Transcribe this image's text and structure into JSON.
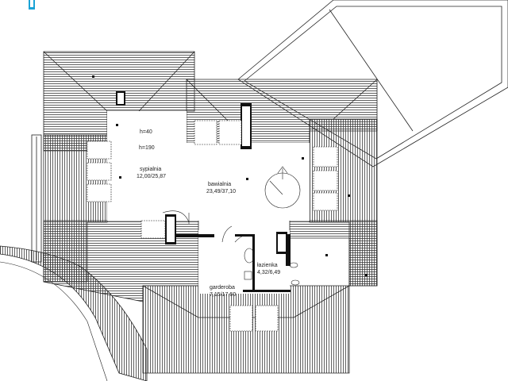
{
  "rooms": {
    "sypialnia": {
      "name": "sypialnia",
      "area": "12,00/25,87"
    },
    "bawialnia": {
      "name": "bawialnia",
      "area": "23,49/37,10"
    },
    "lazienka": {
      "name": "łazienka",
      "area": "4,32/6,49"
    },
    "garderoba": {
      "name": "garderoba",
      "area": "7,15/17,60"
    }
  },
  "height_marks": {
    "top": "h=40",
    "bottom": "h=190"
  },
  "colors": {
    "line": "#222222",
    "roof_hatch": "#3a3a3a",
    "background": "#ffffff",
    "logo": "#1aa3d6"
  },
  "icons": {
    "logo": "brand-logo-icon",
    "door_swing": "door-arc-icon",
    "radiator": "radiator-icon"
  }
}
